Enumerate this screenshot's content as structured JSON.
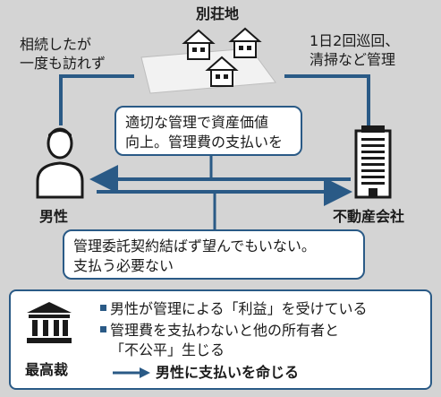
{
  "labels": {
    "villa": "別荘地",
    "inherited_line1": "相続したが",
    "inherited_line2": "一度も訪れず",
    "patrol_line1": "1日2回巡回、",
    "patrol_line2": "清掃など管理",
    "man": "男性",
    "company": "不動産会社",
    "supreme_court": "最高裁"
  },
  "company_claim": {
    "line1": "適切な管理で資産価値",
    "line2": "向上。管理費の支払いを"
  },
  "man_claim": {
    "line1": "管理委託契約結ばず望んでもいない。",
    "line2": "支払う必要ない"
  },
  "ruling": {
    "point1": "男性が管理による「利益」を受けている",
    "point2_line1": "管理費を支払わないと他の所有者と",
    "point2_line2": "「不公平」生じる",
    "conclusion": "男性に支払いを命じる"
  },
  "colors": {
    "background": "#d4d4d4",
    "accent_blue": "#2a5a86",
    "icon_dark": "#1a1a1a"
  }
}
